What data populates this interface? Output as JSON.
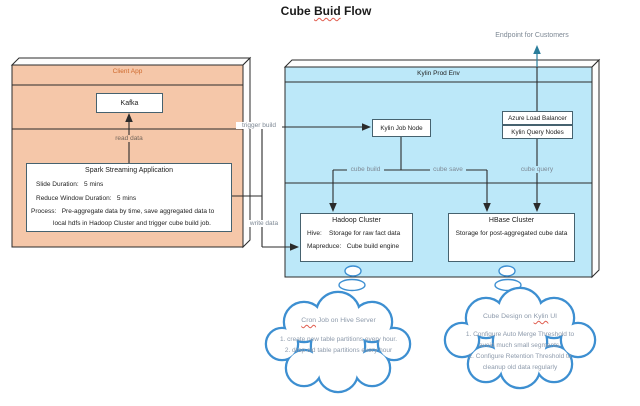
{
  "title": {
    "pre": "Cube ",
    "typo": "Buid",
    "post": " Flow"
  },
  "client_app": {
    "label": "Client App",
    "kafka_label": "Kafka",
    "read_data_label": "read data",
    "spark": {
      "title": "Spark Streaming Application",
      "line1": "Slide Duration:   5 mins",
      "line2": "Reduce Window Duration:   5 mins",
      "line3": "Process:   Pre-aggregate data by time, save aggregated data to",
      "line4": "local hdfs in Hadoop Cluster and trigger cube build job."
    }
  },
  "kylin_env": {
    "label": "Kylin Prod Env",
    "job_node_label": "Kylin Job Node",
    "load_balancer_label": "Azure Load Balancer",
    "query_nodes_label": "Kylin Query Nodes",
    "hadoop": {
      "title": "Hadoop Cluster",
      "line1": "Hive:    Storage for raw fact data",
      "line2": "Mapreduce:   Cube build engine"
    },
    "hbase": {
      "title": "HBase Cluster",
      "line1": "Storage for post-aggregated cube data"
    }
  },
  "labels": {
    "trigger_build": "trigger build",
    "write_data": "write data",
    "cube_build": "cube build",
    "cube_save": "cube save",
    "cube_query": "cube query",
    "endpoint": "Endpoint for Customers"
  },
  "clouds": {
    "left": {
      "heading_mark": "Cron",
      "heading_rest": " Job on Hive Server",
      "lines": [
        "1. create new table partitions every hour.",
        "2. drop old table partitions every hour"
      ]
    },
    "right": {
      "heading_pre": "Cube Design on ",
      "heading_mark": "Kylin",
      "heading_post": " UI",
      "lines": [
        "1. Configure Auto Merge Threshold to",
        "avoid much small segments.",
        "2. Configure Retention Threshold to",
        "cleanup old data regularly"
      ]
    }
  },
  "colors": {
    "peach_fill": "#f5c7a9",
    "blue_fill": "#bce8f9",
    "cloud_stroke": "#3d8fd1",
    "client_app_text": "#cf6a2e",
    "endpoint_arrow": "#2a7d9b",
    "squiggle": "#e05c4e"
  }
}
